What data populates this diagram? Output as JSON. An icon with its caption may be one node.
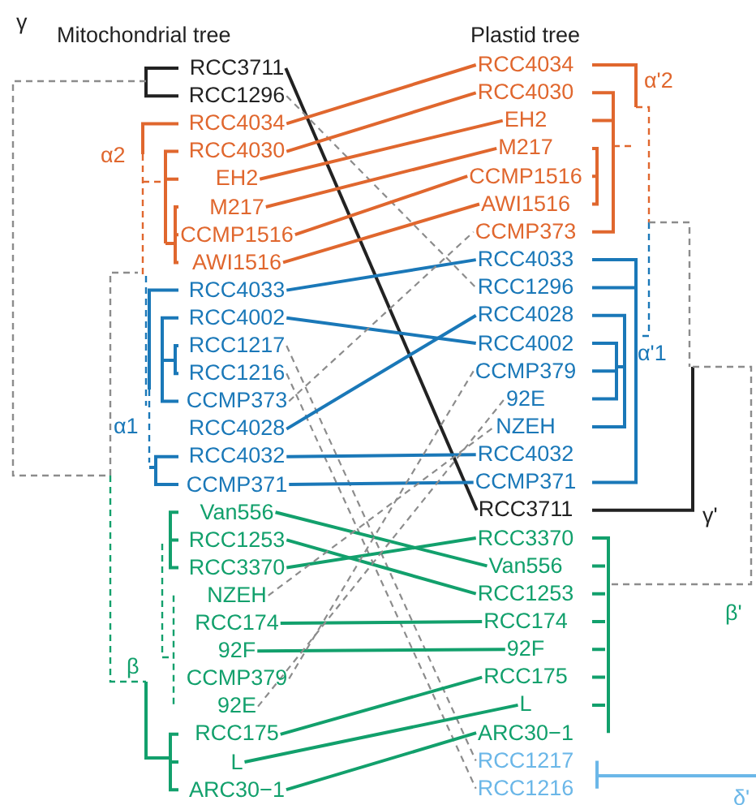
{
  "diagram": {
    "nodes": [
      {
        "text": [
          "RCC3711"
        ]
      },
      {
        "text": [
          "RCC1296"
        ]
      },
      {
        "text": [
          "RCC4034"
        ]
      },
      {
        "text": [
          "RCC4030"
        ]
      },
      {
        "text": [
          "EH2"
        ]
      },
      {
        "text": [
          "M217"
        ]
      },
      {
        "text": [
          "CCMP1516"
        ]
      },
      {
        "text": [
          "AWI1516"
        ]
      },
      {
        "text": [
          "RCC4033"
        ]
      },
      {
        "text": [
          "RCC4002"
        ]
      },
      {
        "text": [
          "RCC1217"
        ]
      },
      {
        "text": [
          "RCC1216"
        ]
      },
      {
        "text": [
          "CCMP373"
        ]
      },
      {
        "text": [
          "RCC4028"
        ]
      },
      {
        "text": [
          "RCC4032"
        ]
      },
      {
        "text": [
          "CCMP371"
        ]
      },
      {
        "text": [
          "Van556"
        ]
      },
      {
        "text": [
          "RCC1253"
        ]
      },
      {
        "text": [
          "RCC3370"
        ]
      },
      {
        "text": [
          "NZEH"
        ]
      },
      {
        "text": [
          "RCC174"
        ]
      },
      {
        "text": [
          "92F"
        ]
      },
      {
        "text": [
          "CCMP379"
        ]
      },
      {
        "text": [
          "92E"
        ]
      },
      {
        "text": [
          "RCC175"
        ]
      },
      {
        "text": [
          "L"
        ]
      },
      {
        "text": [
          "ARC30−1"
        ]
      },
      {
        "text": [
          "RCC4034"
        ]
      },
      {
        "text": [
          "RCC4030"
        ]
      },
      {
        "text": [
          "EH2"
        ]
      },
      {
        "text": [
          "M217"
        ]
      },
      {
        "text": [
          "CCMP1516"
        ]
      },
      {
        "text": [
          "AWI1516"
        ]
      },
      {
        "text": [
          "CCMP373"
        ]
      },
      {
        "text": [
          "RCC4033"
        ]
      },
      {
        "text": [
          "RCC1296"
        ]
      },
      {
        "text": [
          "RCC4028"
        ]
      },
      {
        "text": [
          "RCC4002"
        ]
      },
      {
        "text": [
          "CCMP379"
        ]
      },
      {
        "text": [
          "92E"
        ]
      },
      {
        "text": [
          "NZEH"
        ]
      },
      {
        "text": [
          "RCC4032"
        ]
      },
      {
        "text": [
          "CCMP371"
        ]
      },
      {
        "text": [
          "RCC3711"
        ]
      },
      {
        "text": [
          "RCC3370"
        ]
      },
      {
        "text": [
          "Van556"
        ]
      },
      {
        "text": [
          "RCC1253"
        ]
      },
      {
        "text": [
          "RCC174"
        ]
      },
      {
        "text": [
          "92F"
        ]
      },
      {
        "text": [
          "RCC175"
        ]
      },
      {
        "text": [
          "L"
        ]
      },
      {
        "text": [
          "ARC30−1"
        ]
      },
      {
        "text": [
          "RCC1217"
        ]
      },
      {
        "text": [
          "RCC1216"
        ]
      }
    ],
    "edges": [
      {
        "from": 0,
        "to": 43,
        "arrow": "none",
        "color": "#222222"
      },
      {
        "from": 1,
        "to": 35,
        "arrow": "none",
        "style": "dashed",
        "color": "#8c8c8c"
      },
      {
        "from": 2,
        "to": 27,
        "arrow": "none",
        "color": "#e0672e"
      },
      {
        "from": 3,
        "to": 28,
        "arrow": "none",
        "color": "#e0672e"
      },
      {
        "from": 4,
        "to": 29,
        "arrow": "none",
        "color": "#e0672e"
      },
      {
        "from": 5,
        "to": 30,
        "arrow": "none",
        "color": "#e0672e"
      },
      {
        "from": 6,
        "to": 31,
        "arrow": "none",
        "color": "#e0672e"
      },
      {
        "from": 7,
        "to": 32,
        "arrow": "none",
        "color": "#e0672e"
      },
      {
        "from": 8,
        "to": 34,
        "arrow": "none",
        "color": "#1a78b8"
      },
      {
        "from": 9,
        "to": 37,
        "arrow": "none",
        "color": "#1a78b8"
      },
      {
        "from": 10,
        "to": 52,
        "arrow": "none",
        "style": "dashed",
        "color": "#8c8c8c"
      },
      {
        "from": 11,
        "to": 53,
        "arrow": "none",
        "style": "dashed",
        "color": "#8c8c8c"
      },
      {
        "from": 12,
        "to": 33,
        "arrow": "none",
        "style": "dashed",
        "color": "#8c8c8c"
      },
      {
        "from": 13,
        "to": 36,
        "arrow": "none",
        "color": "#1a78b8"
      },
      {
        "from": 14,
        "to": 41,
        "arrow": "none",
        "color": "#1a78b8"
      },
      {
        "from": 15,
        "to": 42,
        "arrow": "none",
        "color": "#1a78b8"
      },
      {
        "from": 16,
        "to": 45,
        "arrow": "none",
        "color": "#12a06c"
      },
      {
        "from": 17,
        "to": 46,
        "arrow": "none",
        "color": "#12a06c"
      },
      {
        "from": 18,
        "to": 44,
        "arrow": "none",
        "color": "#12a06c"
      },
      {
        "from": 19,
        "to": 40,
        "arrow": "none",
        "style": "dashed",
        "color": "#8c8c8c"
      },
      {
        "from": 20,
        "to": 47,
        "arrow": "none",
        "color": "#12a06c"
      },
      {
        "from": 21,
        "to": 48,
        "arrow": "none",
        "color": "#12a06c"
      },
      {
        "from": 22,
        "to": 38,
        "arrow": "none",
        "style": "dashed",
        "color": "#8c8c8c"
      },
      {
        "from": 23,
        "to": 39,
        "arrow": "none",
        "style": "dashed",
        "color": "#8c8c8c"
      },
      {
        "from": 24,
        "to": 49,
        "arrow": "none",
        "color": "#12a06c"
      },
      {
        "from": 25,
        "to": 50,
        "arrow": "none",
        "color": "#12a06c"
      },
      {
        "from": 26,
        "to": 51,
        "arrow": "none",
        "color": "#12a06c"
      }
    ],
    "labels": [
      "Mitochondrial tree",
      "Plastid tree",
      "γ",
      "α2",
      "α1",
      "β",
      "α'2",
      "α'1",
      "γ'",
      "β'",
      "δ'"
    ]
  }
}
